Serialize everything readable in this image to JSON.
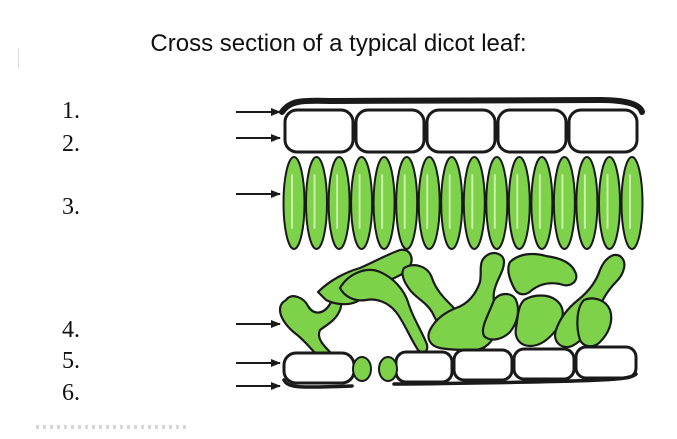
{
  "title": "Cross section of a typical dicot leaf:",
  "labels": [
    "1.",
    "2.",
    "3.",
    "4.",
    "5.",
    "6."
  ],
  "colors": {
    "cell_green": "#7ed24a",
    "cell_green_dark": "#3e8f1f",
    "epidermis_fill": "#ffffff",
    "outline": "#1a1a1a"
  }
}
